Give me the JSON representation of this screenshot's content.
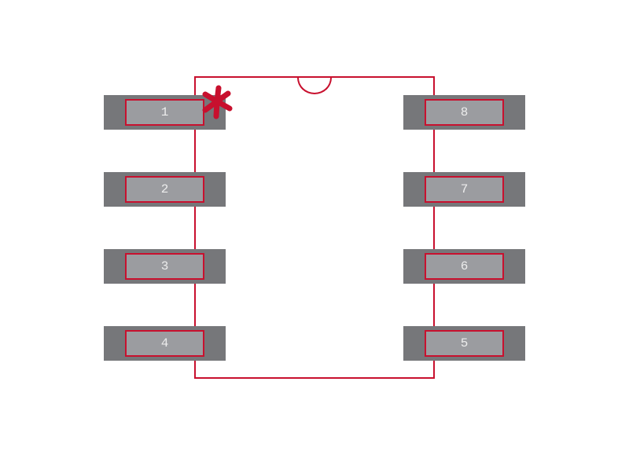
{
  "colors": {
    "background": "#ffffff",
    "outline": "#c8102e",
    "pad_outer": "#76777a",
    "pad_inner": "#9b9ca0",
    "pin_text": "#ececec"
  },
  "footprint": {
    "left_pins": [
      {
        "number": "1"
      },
      {
        "number": "2"
      },
      {
        "number": "3"
      },
      {
        "number": "4"
      }
    ],
    "right_pins": [
      {
        "number": "8"
      },
      {
        "number": "7"
      },
      {
        "number": "6"
      },
      {
        "number": "5"
      }
    ],
    "pin1_marker_icon": "heavy-asterisk",
    "notch_icon": "half-circle-notch"
  }
}
